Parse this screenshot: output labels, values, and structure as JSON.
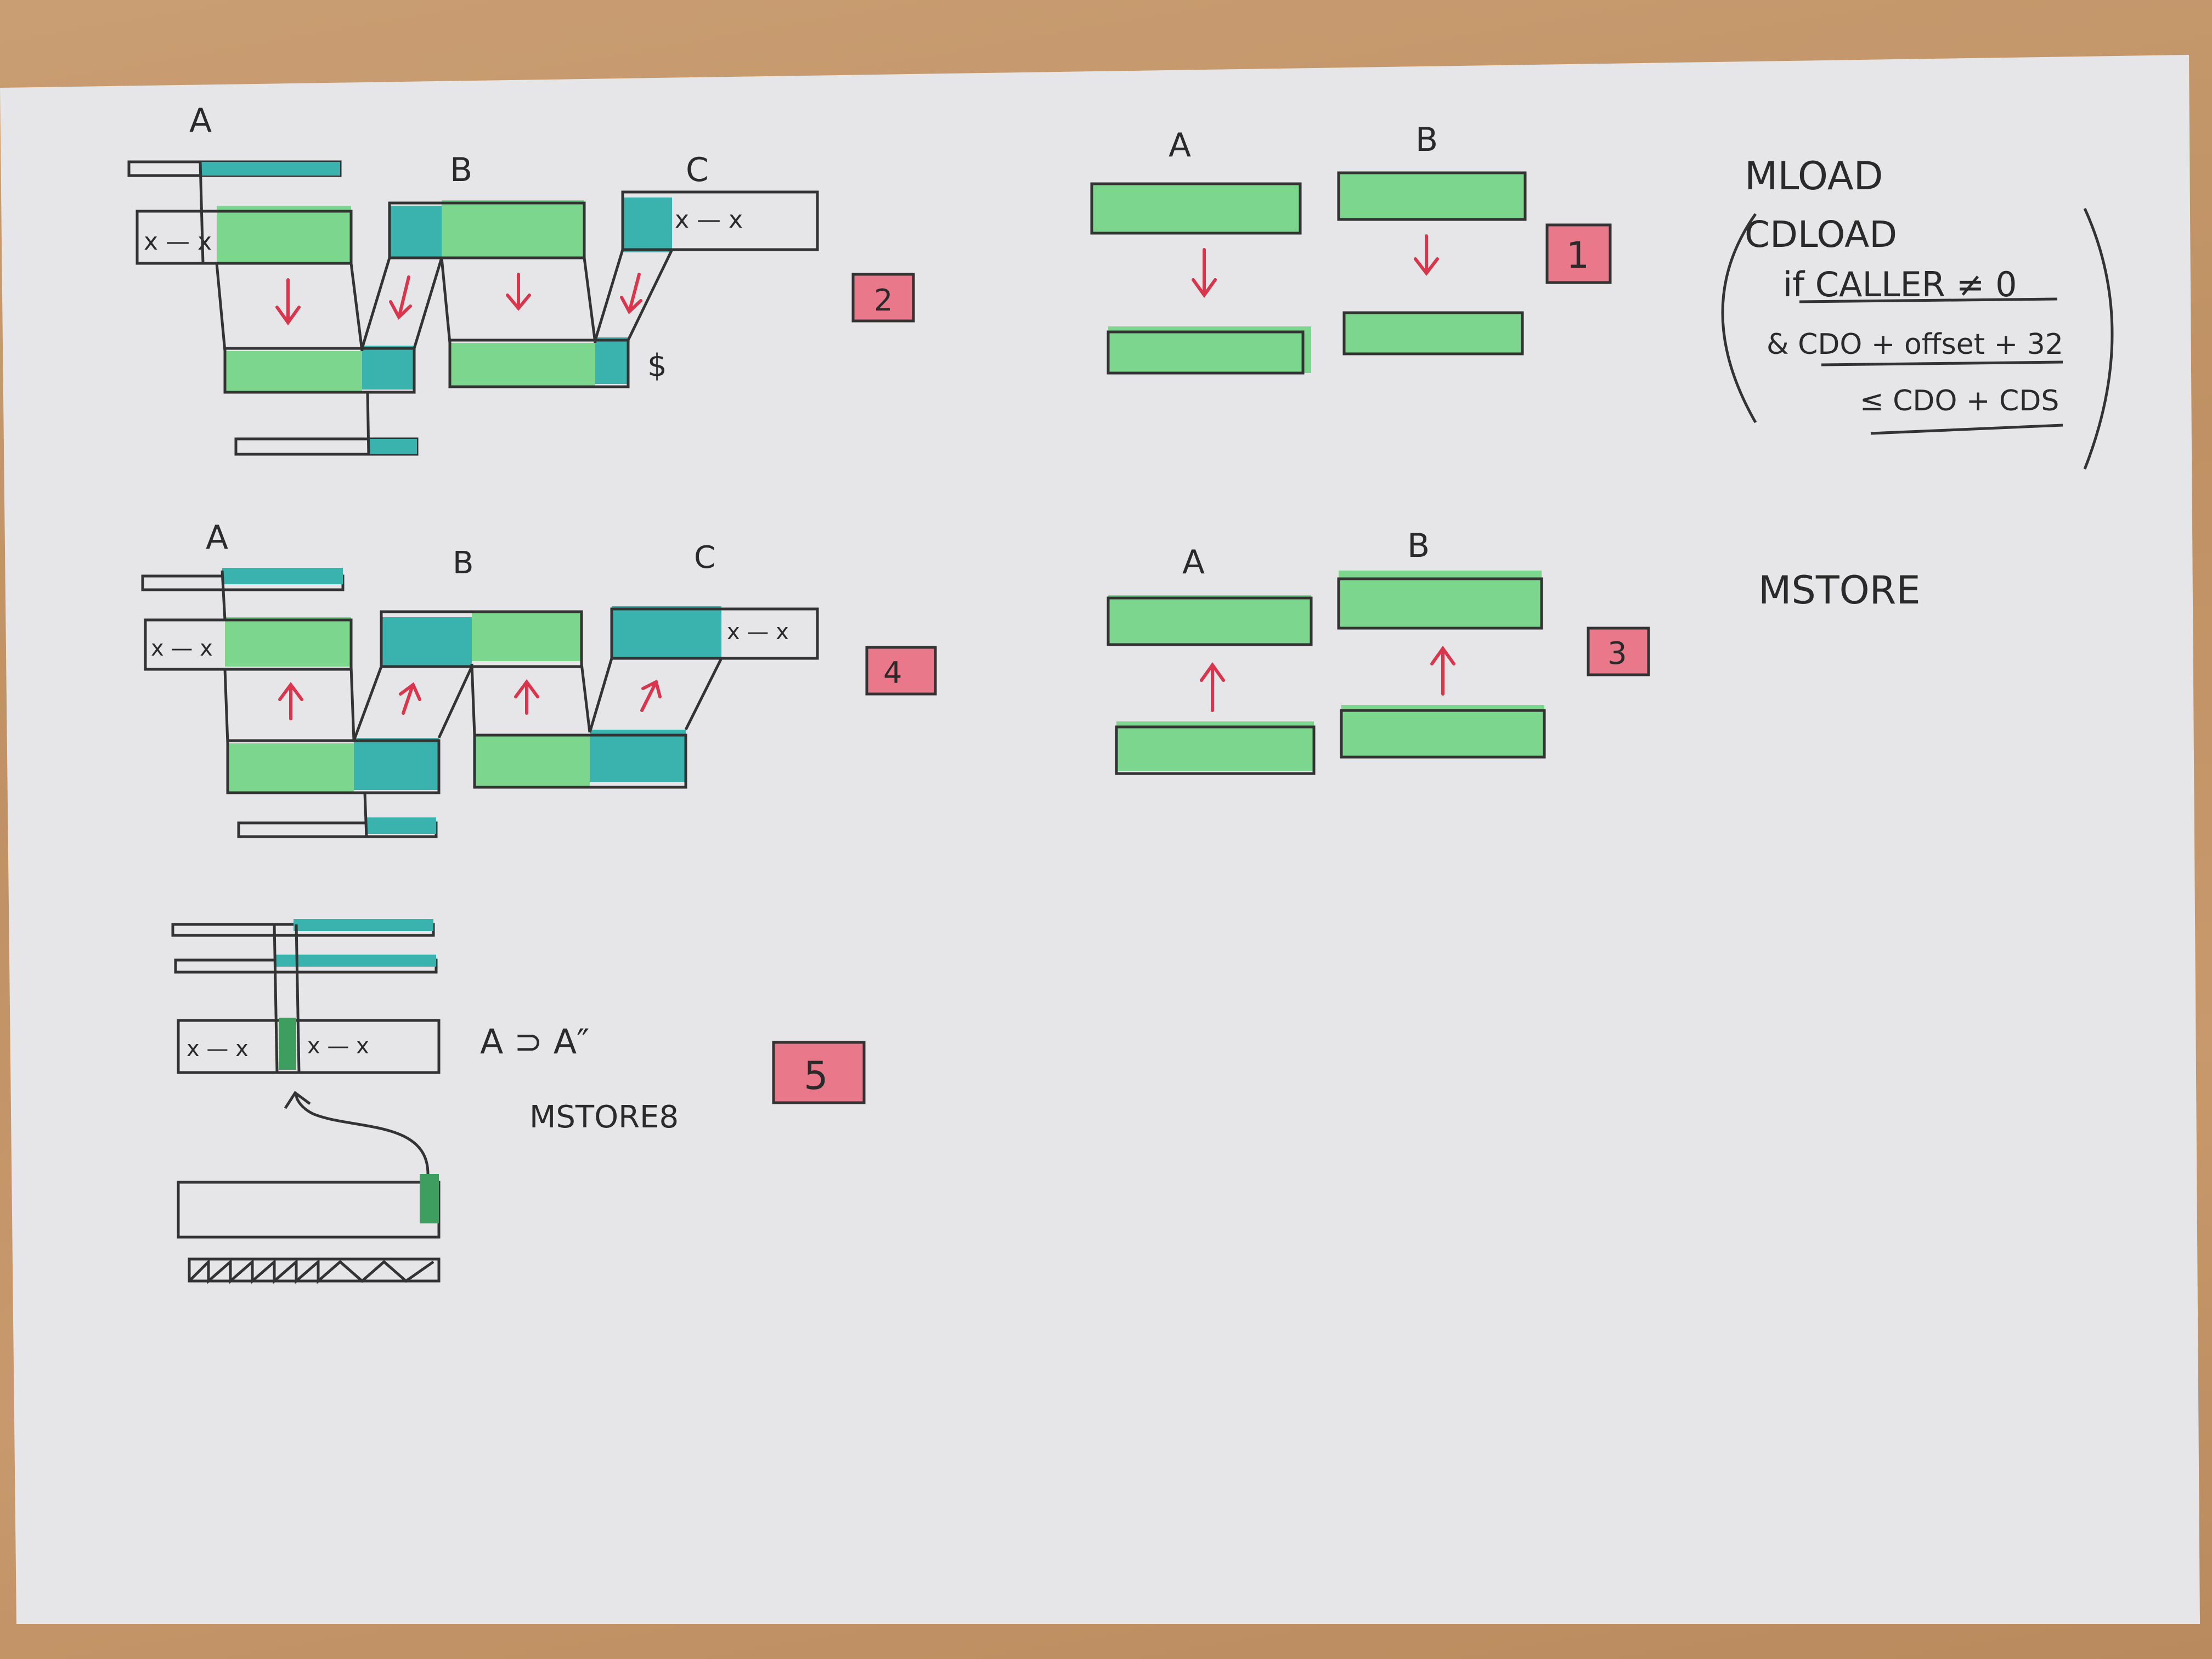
{
  "diagram1": {
    "labels": [
      "A",
      "B"
    ],
    "number": "1"
  },
  "diagram2": {
    "labels": [
      "A",
      "B",
      "C"
    ],
    "range_left": "x — x",
    "range_right": "x — x",
    "dollar": "$",
    "number": "2"
  },
  "diagram3": {
    "labels": [
      "A",
      "B"
    ],
    "number": "3"
  },
  "diagram4": {
    "labels": [
      "A",
      "B",
      "C"
    ],
    "range_left": "x — x",
    "range_right": "x — x",
    "number": "4"
  },
  "diagram5": {
    "range_left": "x — x",
    "range_right": "x — x",
    "label_a": "A ⊃ A″",
    "op": "MSTORE8",
    "number": "5"
  },
  "notes": {
    "mload": "MLOAD",
    "cdload": "CDLOAD",
    "cond1": "if CALLER ≠ 0",
    "cond2": "& CDO + offset + 32",
    "cond3": "≤ CDO + CDS",
    "mstore": "MSTORE"
  }
}
